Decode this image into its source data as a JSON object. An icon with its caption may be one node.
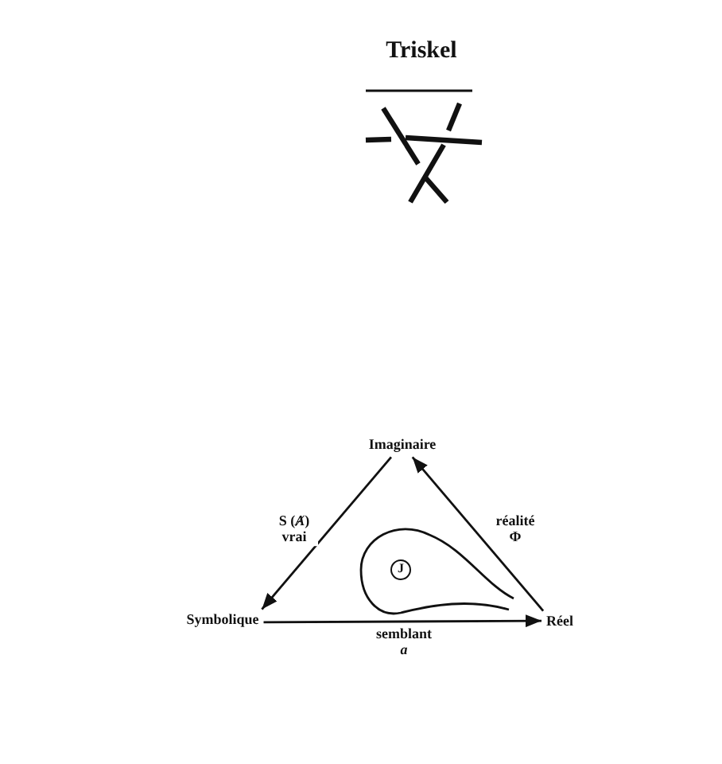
{
  "diagram": {
    "title": "Triskel",
    "nodes": [
      {
        "text": [
          "Imaginaire"
        ]
      },
      {
        "text": [
          "Symbolique"
        ]
      },
      {
        "text": [
          "Réel"
        ]
      },
      {
        "text": [
          "J"
        ]
      }
    ],
    "edges": [
      {
        "from": 0,
        "to": 1,
        "arrow": "to",
        "label": "S (*Ⱥ*) vrai"
      },
      {
        "from": 1,
        "to": 2,
        "arrow": "to",
        "label": "semblant *a*"
      },
      {
        "from": 2,
        "to": 0,
        "arrow": "to",
        "label": "réalité Φ"
      }
    ]
  }
}
